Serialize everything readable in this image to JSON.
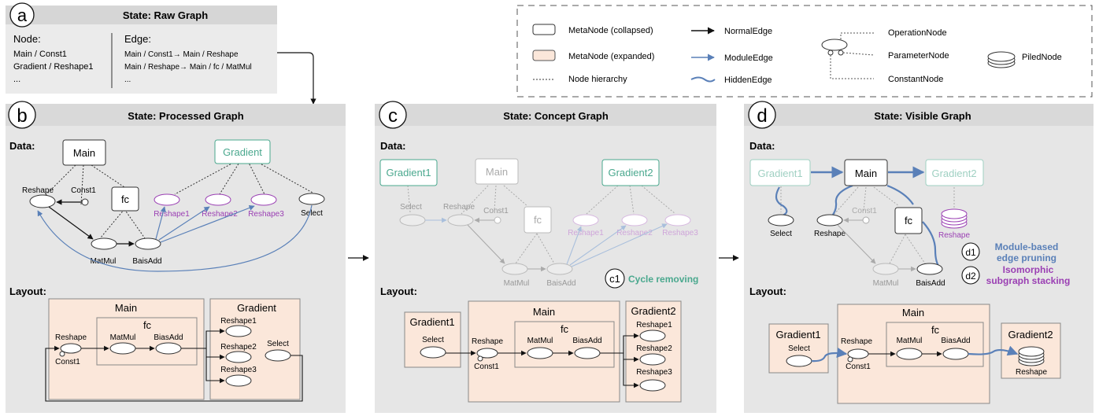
{
  "panel_a": {
    "badge": "a",
    "title": "State: Raw Graph",
    "node_header": "Node:",
    "nodes": [
      "Main / Const1",
      "Gradient / Reshape1",
      "..."
    ],
    "edge_header": "Edge:",
    "edges": [
      "Main / Const1→ Main / Reshape",
      "Main / Reshape→ Main / fc / MatMul",
      "..."
    ]
  },
  "legend": {
    "metanode_collapsed": "MetaNode (collapsed)",
    "metanode_expanded": "MetaNode (expanded)",
    "node_hierarchy": "Node hierarchy",
    "normal_edge": "NormalEdge",
    "module_edge": "ModuleEdge",
    "hidden_edge": "HiddenEdge",
    "operation_node": "OperationNode",
    "parameter_node": "ParameterNode",
    "constant_node": "ConstantNode",
    "piled_node": "PiledNode"
  },
  "panel_b": {
    "badge": "b",
    "title": "State: Processed Graph",
    "data_label": "Data:",
    "layout_label": "Layout:",
    "main": "Main",
    "gradient": "Gradient",
    "fc": "fc",
    "reshape": "Reshape",
    "const1": "Const1",
    "reshape1": "Reshape1",
    "reshape2": "Reshape2",
    "reshape3": "Reshape3",
    "select": "Select",
    "matmul": "MatMul",
    "biasadd": "BaisAdd",
    "layout_main": "Main",
    "layout_gradient": "Gradient",
    "layout_fc": "fc",
    "layout_reshape": "Reshape",
    "layout_const1": "Const1",
    "layout_matmul": "MatMul",
    "layout_biasadd": "BiasAdd",
    "layout_reshape1": "Reshape1",
    "layout_reshape2": "Reshape2",
    "layout_reshape3": "Reshape3",
    "layout_select": "Select"
  },
  "panel_c": {
    "badge": "c",
    "title": "State: Concept Graph",
    "data_label": "Data:",
    "layout_label": "Layout:",
    "gradient1": "Gradient1",
    "main": "Main",
    "gradient2": "Gradient2",
    "fc": "fc",
    "select": "Select",
    "reshape": "Reshape",
    "const1": "Const1",
    "reshape1": "Reshape1",
    "reshape2": "Reshape2",
    "reshape3": "Reshape3",
    "matmul": "MatMul",
    "biasadd": "BaisAdd",
    "c1_badge": "c1",
    "c1_text": "Cycle removing",
    "layout_gradient1": "Gradient1",
    "layout_select": "Select",
    "layout_main": "Main",
    "layout_fc": "fc",
    "layout_reshape": "Reshape",
    "layout_const1": "Const1",
    "layout_matmul": "MatMul",
    "layout_biasadd": "BiasAdd",
    "layout_gradient2": "Gradient2",
    "layout_reshape1": "Reshape1",
    "layout_reshape2": "Reshape2",
    "layout_reshape3": "Reshape3"
  },
  "panel_d": {
    "badge": "d",
    "title": "State: Visible Graph",
    "data_label": "Data:",
    "layout_label": "Layout:",
    "gradient1": "Gradient1",
    "main": "Main",
    "gradient2": "Gradient2",
    "fc": "fc",
    "select": "Select",
    "reshape": "Reshape",
    "const1": "Const1",
    "piled_reshape": "Reshape",
    "matmul": "MatMul",
    "biasadd": "BaisAdd",
    "d1_badge": "d1",
    "d1_line1": "Module-based",
    "d1_line2": "edge pruning",
    "d2_badge": "d2",
    "d2_line1": "Isomorphic",
    "d2_line2": "subgraph stacking",
    "layout_gradient1": "Gradient1",
    "layout_select": "Select",
    "layout_main": "Main",
    "layout_fc": "fc",
    "layout_reshape": "Reshape",
    "layout_const1": "Const1",
    "layout_matmul": "MatMul",
    "layout_biasadd": "BiasAdd",
    "layout_gradient2": "Gradient2",
    "layout_piled_reshape": "Reshape"
  },
  "colors": {
    "panel_bg": "#e6e6e6",
    "header_bg": "#d9d9d9",
    "metanode_expanded_fill": "#fbe7da",
    "module_edge": "#5a80b8",
    "gradient_teal": "#4aa88e",
    "reshape_purple": "#9a3fb3",
    "faded": "#b0b0b0"
  }
}
